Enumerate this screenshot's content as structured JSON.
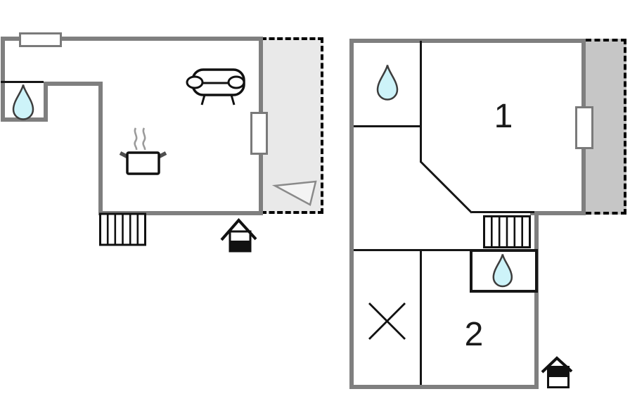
{
  "colors": {
    "background": "#ffffff",
    "exterior_wall": "#7f7f7f",
    "interior_wall": "#161616",
    "terrace_fill": "#e9e9e9",
    "balcony_fill": "#c6c6c6",
    "water_drop_fill": "#cdf3f9",
    "water_drop_stroke": "#3d3d3d",
    "window_fill": "#ffffff",
    "window_border": "#7a7a7a",
    "icon_stroke": "#111111",
    "steam_color": "#9b9b9b",
    "pot_handle_color": "#4f4f4f",
    "door_swing_stroke": "#8a8a8a",
    "door_swing_fill": "#f4f4f4"
  },
  "ground_floor": {
    "rooms": {
      "bathroom": {
        "icon": "water-drop"
      },
      "living_kitchen": {
        "icons": [
          "sofa",
          "cooking-pot-with-steam"
        ]
      }
    },
    "features": {
      "window_count": 2,
      "stairs": "staircase-6-steps",
      "terrace": "dashed-open-terrace",
      "terrace_door": "door-swing-triangle",
      "level_indicator": "house-icon-lower-half-filled"
    }
  },
  "first_floor": {
    "rooms": {
      "bedroom_1": {
        "number": "1"
      },
      "bedroom_2": {
        "number": "2"
      },
      "bathroom": {
        "icon": "water-drop"
      },
      "wc": {
        "icon": "water-drop"
      },
      "storage": {
        "icon": "x-cross"
      }
    },
    "features": {
      "window_count": 1,
      "stairs": "staircase-6-steps",
      "balcony": "dashed-shaded-balcony",
      "level_indicator": "house-icon-upper-half-filled"
    }
  }
}
